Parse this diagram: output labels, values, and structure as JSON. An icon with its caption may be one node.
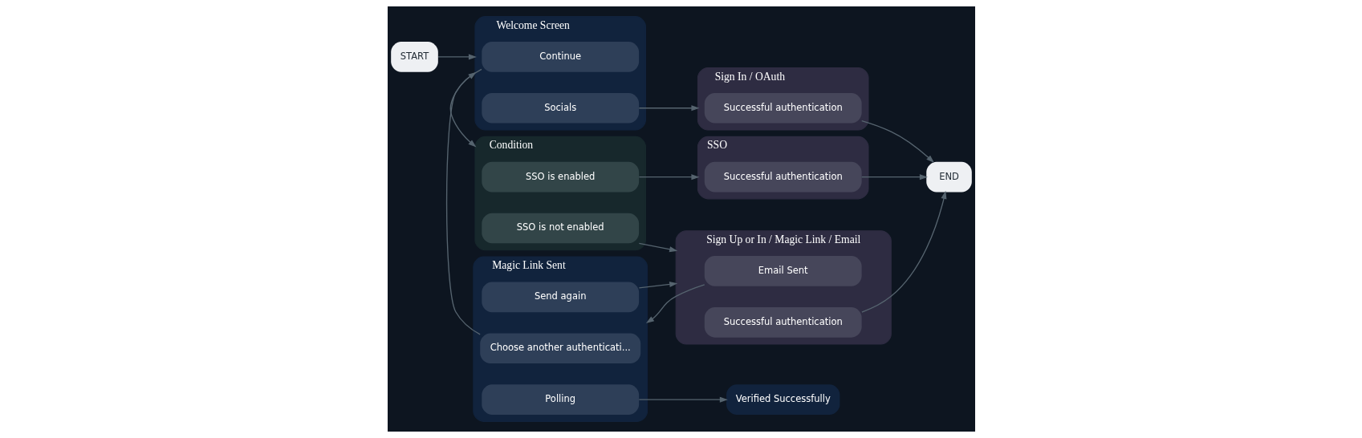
{
  "diagram": {
    "nodes": [
      {
        "text": [
          "START"
        ]
      },
      {
        "text": [
          "Welcome Screen"
        ]
      },
      {
        "text": [
          "Continue"
        ],
        "in": 1
      },
      {
        "text": [
          "Socials"
        ],
        "in": 1
      },
      {
        "text": [
          "Condition"
        ]
      },
      {
        "text": [
          "SSO is enabled"
        ],
        "in": 4
      },
      {
        "text": [
          "SSO is not enabled"
        ],
        "in": 4
      },
      {
        "text": [
          "SSO"
        ]
      },
      {
        "text": [
          "Successful authentication"
        ],
        "in": 7
      },
      {
        "text": [
          "Sign Up or In / Magic Link / Email"
        ]
      },
      {
        "text": [
          "Email Sent"
        ],
        "in": 9
      },
      {
        "text": [
          "Successful authentication"
        ],
        "in": 9
      },
      {
        "text": [
          "Sign In / OAuth"
        ]
      },
      {
        "text": [
          "Successful authentication"
        ],
        "in": 12
      },
      {
        "text": [
          "Magic Link Sent"
        ]
      },
      {
        "text": [
          "Choose another authenticati..."
        ],
        "in": 14
      },
      {
        "text": [
          "Polling"
        ],
        "in": 14
      },
      {
        "text": [
          "Send again"
        ],
        "in": 14
      },
      {
        "text": [
          "Verified Successfully"
        ]
      },
      {
        "text": [
          "END"
        ]
      }
    ],
    "edges": [
      {
        "from": 0,
        "to": 1,
        "arrow": "to"
      },
      {
        "from": 2,
        "to": 4,
        "arrow": "to"
      },
      {
        "from": 3,
        "to": 12,
        "arrow": "to"
      },
      {
        "from": 5,
        "to": 7,
        "arrow": "to"
      },
      {
        "from": 6,
        "to": 9,
        "arrow": "to"
      },
      {
        "from": 8,
        "to": 19,
        "arrow": "to"
      },
      {
        "from": 10,
        "to": 14,
        "arrow": "to"
      },
      {
        "from": 11,
        "to": 19,
        "arrow": "to"
      },
      {
        "from": 13,
        "to": 19,
        "arrow": "to"
      },
      {
        "from": 15,
        "to": 1,
        "arrow": "to"
      },
      {
        "from": 16,
        "to": 18,
        "arrow": "to"
      },
      {
        "from": 17,
        "to": 9,
        "arrow": "to"
      }
    ]
  }
}
